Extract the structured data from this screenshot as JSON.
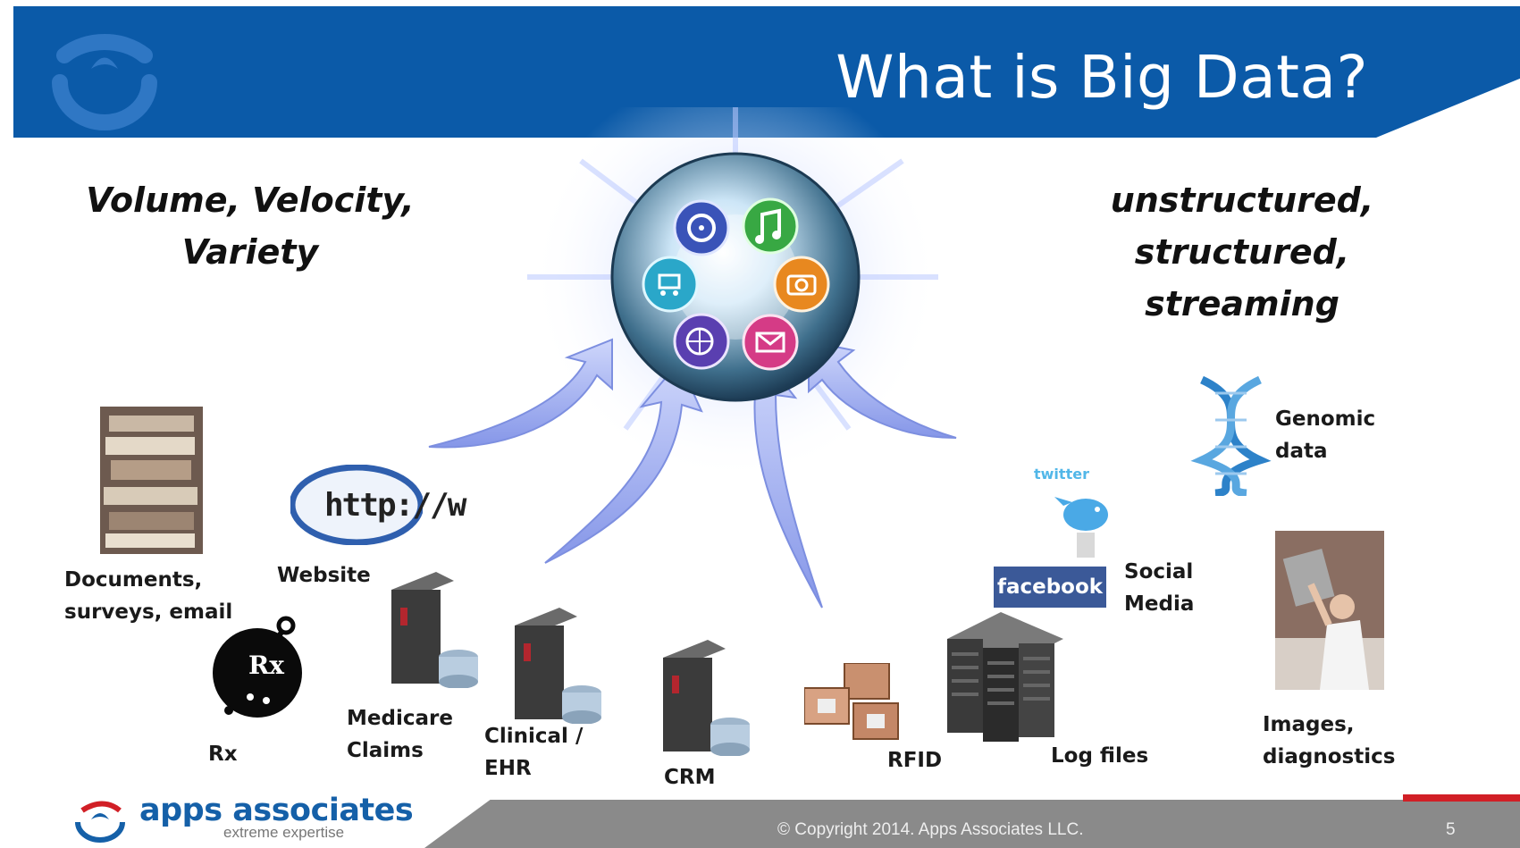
{
  "header": {
    "title": "What is Big Data?"
  },
  "left_heading": {
    "line1": "Volume, Velocity,",
    "line2": "Variety"
  },
  "right_heading": {
    "line1": "unstructured,",
    "line2": "structured, streaming"
  },
  "sources": {
    "documents": {
      "line1": "Documents,",
      "line2": "surveys, email"
    },
    "website": {
      "label": "Website",
      "url_fragment": "http://w"
    },
    "rx": {
      "label": "Rx",
      "symbol": "Rx"
    },
    "medicare": {
      "line1": "Medicare",
      "line2": "Claims"
    },
    "clinical": {
      "line1": "Clinical /",
      "line2": "EHR"
    },
    "crm": {
      "label": "CRM"
    },
    "rfid": {
      "label": "RFID"
    },
    "log_files": {
      "label": "Log files"
    },
    "social": {
      "line1": "Social",
      "line2": "Media",
      "facebook": "facebook",
      "twitter": "twitter"
    },
    "genomic": {
      "line1": "Genomic",
      "line2": "data"
    },
    "images": {
      "line1": "Images,",
      "line2": "diagnostics"
    }
  },
  "hub_icons": [
    "film-reel-icon",
    "music-note-icon",
    "camera-icon",
    "mail-icon",
    "globe-cursor-icon",
    "shopping-cart-icon"
  ],
  "footer": {
    "brand": "apps associates",
    "tagline": "extreme expertise",
    "copyright": "© Copyright 2014. Apps Associates LLC.",
    "slide_number": "5"
  },
  "colors": {
    "header_blue": "#0b5aa8",
    "footer_gray": "#8a8a8a",
    "accent_red": "#d11f26",
    "arrow_blue": "#a9b7f0"
  }
}
